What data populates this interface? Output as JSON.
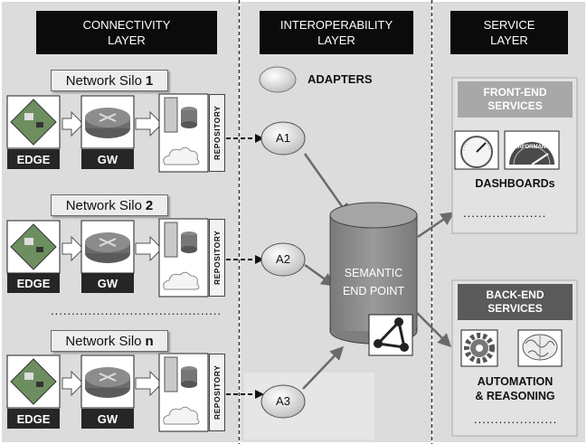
{
  "layers": {
    "connectivity": {
      "title_line1": "CONNECTIVITY",
      "title_line2": "LAYER"
    },
    "interoperability": {
      "title_line1": "INTEROPERABILITY",
      "title_line2": "LAYER"
    },
    "service": {
      "title_line1": "SERVICE",
      "title_line2": "LAYER"
    }
  },
  "silos": [
    {
      "name": "Network Silo",
      "index": "1",
      "edge": "EDGE",
      "gw": "GW",
      "repository": "REPOSITORY",
      "adapter": "A1"
    },
    {
      "name": "Network Silo",
      "index": "2",
      "edge": "EDGE",
      "gw": "GW",
      "repository": "REPOSITORY",
      "adapter": "A2"
    },
    {
      "name": "Network Silo",
      "index": "n",
      "edge": "EDGE",
      "gw": "GW",
      "repository": "REPOSITORY",
      "adapter": "A3"
    }
  ],
  "silo_ellipsis": "......................................................",
  "adapters_legend": "ADAPTERS",
  "semantic_endpoint": {
    "line1": "SEMANTIC",
    "line2": "END POINT"
  },
  "front_end": {
    "title_line1": "FRONT-END",
    "title_line2": "SERVICES",
    "label": "DASHBOARDs",
    "dots": "...................."
  },
  "back_end": {
    "title_line1": "BACK-END",
    "title_line2": "SERVICES",
    "label_line1": "AUTOMATION",
    "label_line2": "& REASONING",
    "dots": "...................."
  },
  "colors": {
    "layer_bg": "#dcdcdc",
    "header": "#0b0b0b",
    "cylinder": "#8a8a8a",
    "front_header": "#a8a8a8",
    "back_header": "#5a5a5a",
    "arrow": "#6a6a6a"
  }
}
